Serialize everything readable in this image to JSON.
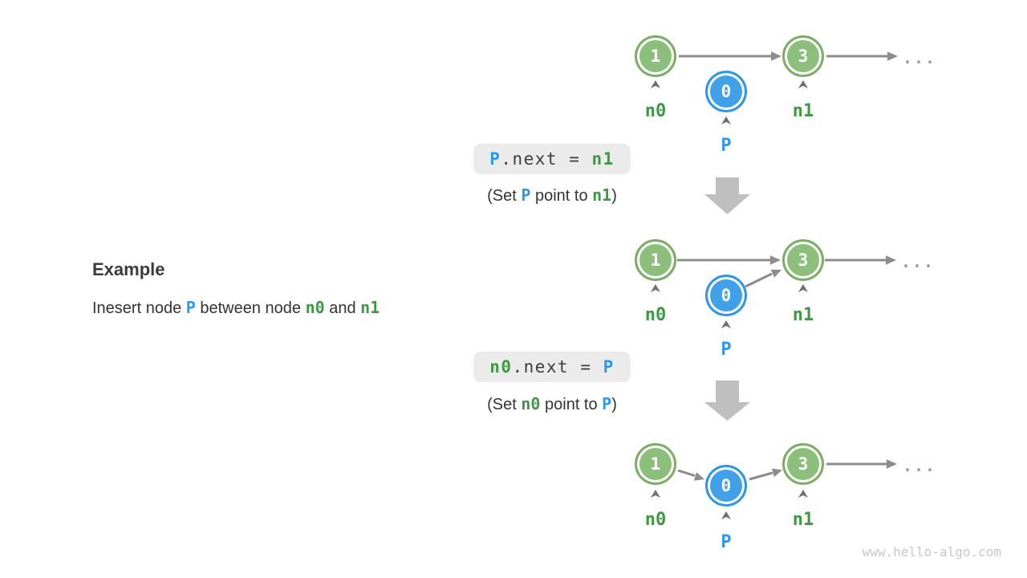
{
  "example": {
    "heading": "Example",
    "sentence": {
      "pre": "Inesert node ",
      "p": "P",
      "mid": " between node ",
      "n0": "n0",
      "and": " and ",
      "n1": "n1"
    }
  },
  "steps": [
    {
      "code": {
        "t1": "P",
        "t2": ".next = ",
        "t3": "n1"
      },
      "caption": {
        "pre": "(Set ",
        "t1": "P",
        "mid": " point to ",
        "t2": "n1",
        "post": ")"
      }
    },
    {
      "code": {
        "t1": "n0",
        "t2": ".next = ",
        "t3": "P"
      },
      "caption": {
        "pre": "(Set ",
        "t1": "n0",
        "mid": " point to ",
        "t2": "P",
        "post": ")"
      }
    }
  ],
  "rows": [
    {
      "node_n0": "1",
      "node_p": "0",
      "node_n1": "3",
      "label_n0": "n0",
      "label_p": "P",
      "label_n1": "n1",
      "ellipsis": "..."
    },
    {
      "node_n0": "1",
      "node_p": "0",
      "node_n1": "3",
      "label_n0": "n0",
      "label_p": "P",
      "label_n1": "n1",
      "ellipsis": "..."
    },
    {
      "node_n0": "1",
      "node_p": "0",
      "node_n1": "3",
      "label_n0": "n0",
      "label_p": "P",
      "label_n1": "n1",
      "ellipsis": "..."
    }
  ],
  "watermark": "www.hello-algo.com",
  "colors": {
    "green_node_fill": "#8CBE7C",
    "green_node_border": "#7BAF65",
    "blue_node_fill": "#41A1E8",
    "blue_node_border": "#2F97E6",
    "green_text": "#3E9944",
    "blue_text": "#2B9AEE",
    "arrow_gray": "#8C8C8C",
    "block_arrow_gray": "#BFBFBF",
    "code_box_bg": "#EBEBEB"
  }
}
